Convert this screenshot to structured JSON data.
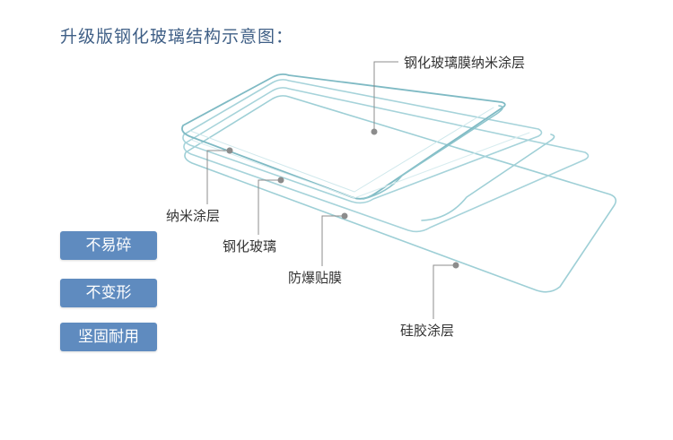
{
  "title": "升级版钢化玻璃结构示意图：",
  "layers": {
    "top": "钢化玻璃膜纳米涂层",
    "nano": "纳米涂层",
    "glass": "钢化玻璃",
    "film": "防爆贴膜",
    "silicone": "硅胶涂层"
  },
  "features": [
    "不易碎",
    "不变形",
    "坚固耐用"
  ],
  "colors": {
    "sheet_stroke": "#9ecfd6",
    "sheet_stroke_dark": "#7fbac4",
    "leader": "#8c8c8c",
    "badge": "#5f8bbf",
    "title": "#3f5f86"
  }
}
